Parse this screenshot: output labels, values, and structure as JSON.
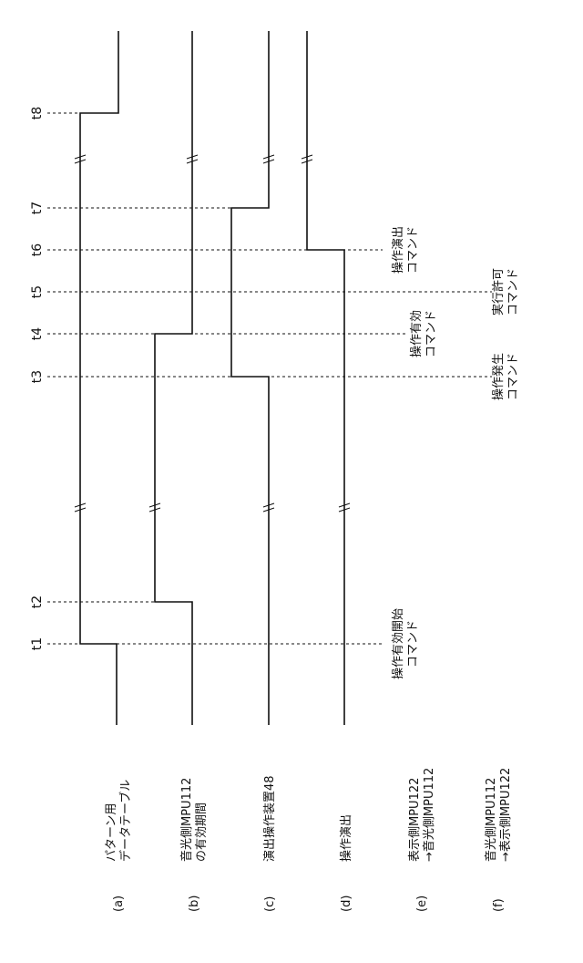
{
  "signals": [
    {
      "id": "a",
      "letter": "(a)",
      "lines": [
        "パターン用",
        "データテーブル"
      ]
    },
    {
      "id": "b",
      "letter": "(b)",
      "lines": [
        "音光側MPU112",
        "の有効期間"
      ]
    },
    {
      "id": "c",
      "letter": "(c)",
      "lines": [
        "演出操作装置48"
      ]
    },
    {
      "id": "d",
      "letter": "(d)",
      "lines": [
        "操作演出"
      ]
    },
    {
      "id": "e",
      "letter": "(e)",
      "lines": [
        "表示側MPU122",
        "→音光側MPU112"
      ]
    },
    {
      "id": "f",
      "letter": "(f)",
      "lines": [
        "音光側MPU112",
        "→表示側MPU122"
      ]
    }
  ],
  "time_labels": [
    "t1",
    "t2",
    "t3",
    "t4",
    "t5",
    "t6",
    "t7",
    "t8"
  ],
  "commands": {
    "t1": [
      "操作有効開始",
      "コマンド"
    ],
    "t3": [
      "操作発生",
      "コマンド"
    ],
    "t4": [
      "操作有効",
      "コマンド"
    ],
    "t5": [
      "実行許可",
      "コマンド"
    ],
    "t6": [
      "操作演出",
      "コマンド"
    ]
  }
}
